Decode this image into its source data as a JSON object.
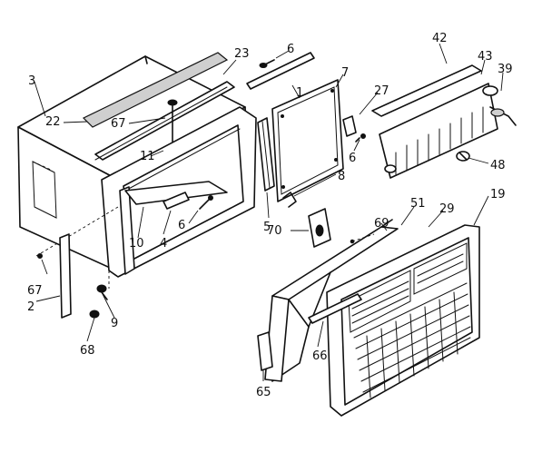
{
  "callouts": {
    "c3": "3",
    "c22": "22",
    "c67a": "67",
    "c11": "11",
    "c23": "23",
    "c6a": "6",
    "c7": "7",
    "c27": "27",
    "c42": "42",
    "c43": "43",
    "c39": "39",
    "c48": "48",
    "c6b": "6",
    "c8": "8",
    "c5": "5",
    "c1": "1",
    "c6c": "6",
    "c4": "4",
    "c10": "10",
    "c70": "70",
    "c69": "69",
    "c51": "51",
    "c29": "29",
    "c19": "19",
    "c67b": "67",
    "c2": "2",
    "c9": "9",
    "c68": "68",
    "c66": "66",
    "c65": "65"
  }
}
